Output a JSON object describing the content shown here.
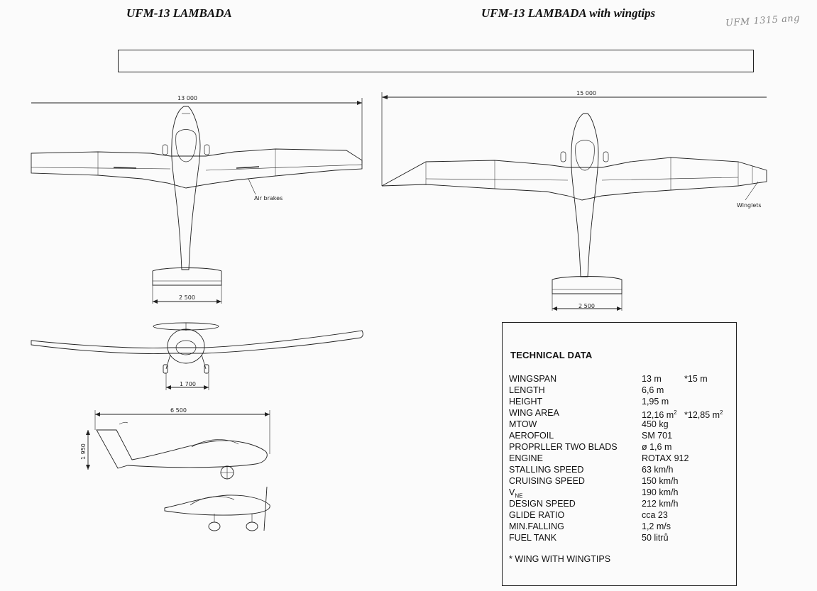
{
  "corner_note": "UFM 1315 ang",
  "titles": {
    "left": "UFM-13  LAMBADA",
    "right": "UFM-13  LAMBADA  with wingtips"
  },
  "dimensions": {
    "span_left": "13 000",
    "span_right": "15 000",
    "tail_left": "2 500",
    "tail_right": "2 500",
    "track": "1 700",
    "length": "6 500",
    "height": "1 950"
  },
  "labels": {
    "air_brakes": "Air brakes",
    "winglets": "Winglets"
  },
  "technical_data": {
    "heading": "TECHNICAL DATA",
    "rows": [
      {
        "label": "WINGSPAN",
        "value": "13 m",
        "alt": "*15 m"
      },
      {
        "label": "LENGTH",
        "value": "6,6 m"
      },
      {
        "label": "HEIGHT",
        "value": "1,95 m"
      },
      {
        "label": "WING AREA",
        "value": "12,16 m",
        "value_sup": "2",
        "alt": "*12,85 m",
        "alt_sup": "2"
      },
      {
        "label": "MTOW",
        "value": "450  kg"
      },
      {
        "label": "AEROFOIL",
        "value": "SM 701"
      },
      {
        "label": "PROPRLLER TWO BLADS",
        "value": "ø 1,6 m"
      },
      {
        "label": "ENGINE",
        "value": "ROTAX 912"
      },
      {
        "label": "STALLING SPEED",
        "value": "63 km/h"
      },
      {
        "label": "CRUISING SPEED",
        "value": "150 km/h"
      },
      {
        "label": "V",
        "label_sub": "NE",
        "value": "190 km/h"
      },
      {
        "label": "DESIGN SPEED",
        "value": "212 km/h"
      },
      {
        "label": "GLIDE RATIO",
        "value": "cca 23"
      },
      {
        "label": "MIN.FALLING",
        "value": "1,2 m/s"
      },
      {
        "label": "FUEL TANK",
        "value": "50 litrů"
      }
    ],
    "footnote": "* WING WITH WINGTIPS"
  }
}
